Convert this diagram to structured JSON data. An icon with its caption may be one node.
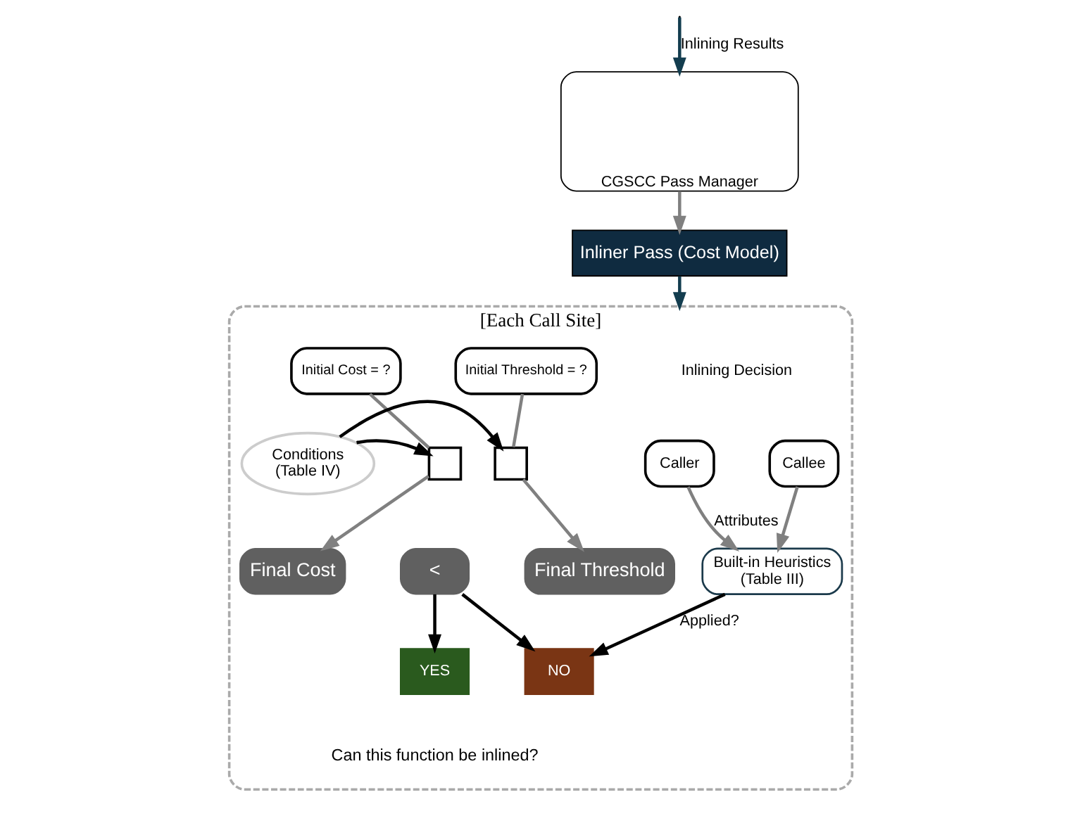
{
  "diagram": {
    "nodes": [
      {
        "text": [
          "CGSCC Pass Manager"
        ]
      },
      {
        "text": [
          "Inliner Pass (Cost Model)"
        ]
      },
      {
        "text": [
          "[Each Call Site]"
        ]
      },
      {
        "text": [
          "Caller"
        ],
        "in": 2
      },
      {
        "text": [
          "Callee"
        ],
        "in": 2
      },
      {
        "text": [
          "Built-in Heuristics",
          "(Table III)"
        ],
        "in": 2
      },
      {
        "text": [
          "Initial Cost = ?"
        ],
        "in": 2
      },
      {
        "text": [
          "Initial Threshold = ?"
        ],
        "in": 2
      },
      {
        "text": [],
        "shape": "box",
        "in": 2
      },
      {
        "text": [
          "Conditions",
          "(Table IV)"
        ],
        "in": 2
      },
      {
        "text": [],
        "shape": "box",
        "in": 2
      },
      {
        "text": [
          "Final Cost"
        ],
        "in": 2
      },
      {
        "text": [
          "<"
        ],
        "in": 2
      },
      {
        "text": [
          "Final Threshold"
        ],
        "in": 2
      },
      {
        "text": [
          "YES"
        ],
        "in": 2
      },
      {
        "text": [
          "NO"
        ],
        "in": 2
      }
    ],
    "edges": [
      {
        "from": null,
        "to": 0,
        "arrow": "to",
        "label": "Inlining Results",
        "color": "#133d4f"
      },
      {
        "from": 0,
        "to": 1,
        "arrow": "to"
      },
      {
        "from": 1,
        "to": 2,
        "arrow": "to",
        "label": "Inlining Decision",
        "color": "#133d4f"
      },
      {
        "from": 3,
        "to": 5,
        "arrow": "to",
        "label": "Attributes"
      },
      {
        "from": 4,
        "to": 5,
        "arrow": "to"
      },
      {
        "from": 5,
        "to": 15,
        "arrow": "to",
        "label": "Applied?",
        "color": "#000000"
      },
      {
        "from": 6,
        "to": 8,
        "arrow": "none"
      },
      {
        "from": 8,
        "to": 11,
        "arrow": "to"
      },
      {
        "from": 7,
        "to": 10,
        "arrow": "none"
      },
      {
        "from": 10,
        "to": 13,
        "arrow": "to"
      },
      {
        "from": 9,
        "to": 8,
        "arrow": "to",
        "color": "#000000"
      },
      {
        "from": 9,
        "to": 10,
        "arrow": "to",
        "color": "#000000"
      },
      {
        "from": 12,
        "to": 14,
        "arrow": "to",
        "color": "#000000"
      },
      {
        "from": 12,
        "to": 15,
        "arrow": "to",
        "color": "#000000"
      }
    ],
    "labels": [
      "Can this function be inlined?"
    ]
  }
}
